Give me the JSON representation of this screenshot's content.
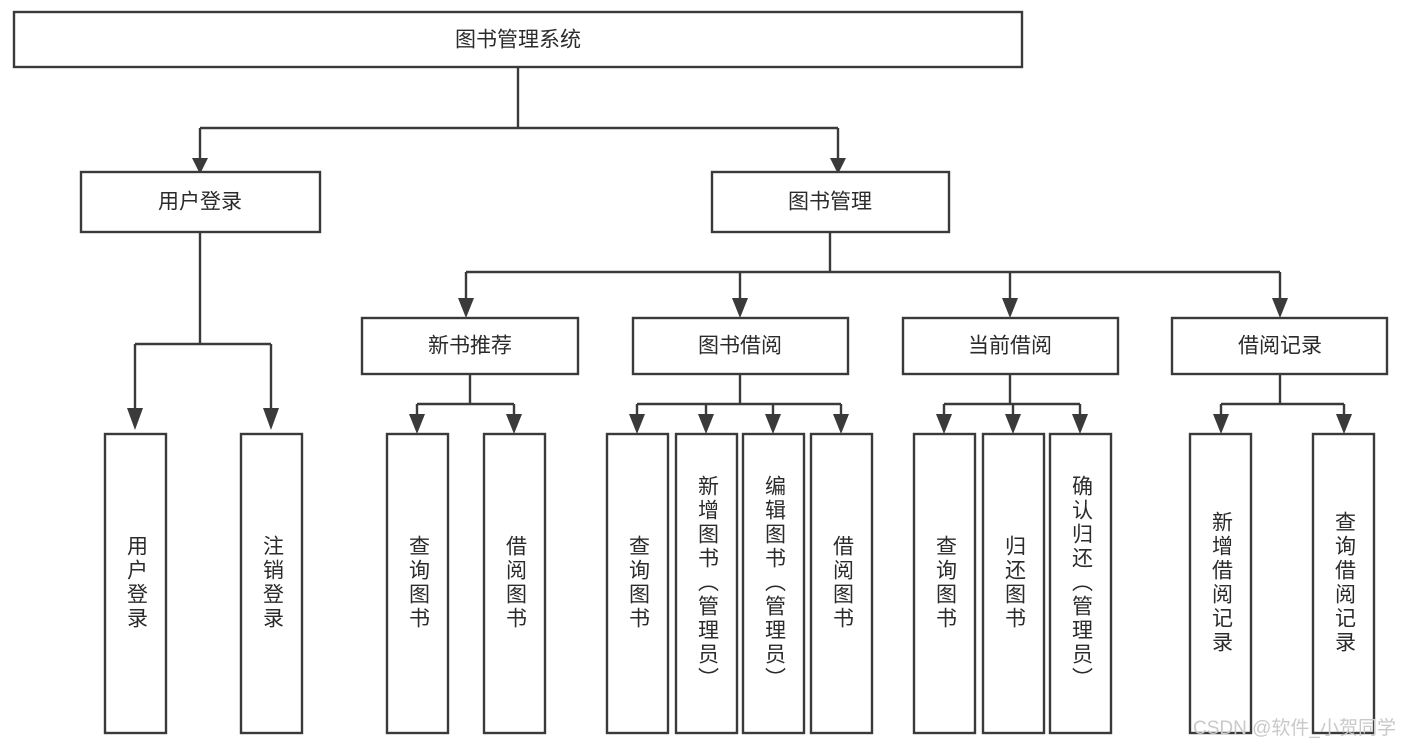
{
  "diagram": {
    "title": "图书管理系统",
    "type": "tree",
    "root": {
      "id": "root",
      "label": "图书管理系统",
      "orientation": "horizontal"
    },
    "level1": [
      {
        "id": "user-login",
        "label": "用户登录",
        "orientation": "horizontal"
      },
      {
        "id": "book-manage",
        "label": "图书管理",
        "orientation": "horizontal"
      }
    ],
    "level2": [
      {
        "id": "new-book-recommend",
        "label": "新书推荐",
        "orientation": "horizontal",
        "parent": "book-manage"
      },
      {
        "id": "book-borrow",
        "label": "图书借阅",
        "orientation": "horizontal",
        "parent": "book-manage"
      },
      {
        "id": "current-borrow",
        "label": "当前借阅",
        "orientation": "horizontal",
        "parent": "book-manage"
      },
      {
        "id": "borrow-record",
        "label": "借阅记录",
        "orientation": "horizontal",
        "parent": "book-manage"
      }
    ],
    "leaves": [
      {
        "id": "leaf-user-login",
        "label": "用户登录",
        "orientation": "vertical",
        "parent": "user-login"
      },
      {
        "id": "leaf-user-logout",
        "label": "注销登录",
        "orientation": "vertical",
        "parent": "user-login"
      },
      {
        "id": "leaf-query-book-1",
        "label": "查询图书",
        "orientation": "vertical",
        "parent": "new-book-recommend"
      },
      {
        "id": "leaf-borrow-book-1",
        "label": "借阅图书",
        "orientation": "vertical",
        "parent": "new-book-recommend"
      },
      {
        "id": "leaf-query-book-2",
        "label": "查询图书",
        "orientation": "vertical",
        "parent": "book-borrow"
      },
      {
        "id": "leaf-add-book",
        "label": "新增图书（管理员）",
        "orientation": "vertical",
        "parent": "book-borrow"
      },
      {
        "id": "leaf-edit-book",
        "label": "编辑图书（管理员）",
        "orientation": "vertical",
        "parent": "book-borrow"
      },
      {
        "id": "leaf-borrow-book-2",
        "label": "借阅图书",
        "orientation": "vertical",
        "parent": "book-borrow"
      },
      {
        "id": "leaf-query-book-3",
        "label": "查询图书",
        "orientation": "vertical",
        "parent": "current-borrow"
      },
      {
        "id": "leaf-return-book",
        "label": "归还图书",
        "orientation": "vertical",
        "parent": "current-borrow"
      },
      {
        "id": "leaf-confirm-return",
        "label": "确认归还（管理员）",
        "orientation": "vertical",
        "parent": "current-borrow"
      },
      {
        "id": "leaf-add-record",
        "label": "新增借阅记录",
        "orientation": "vertical",
        "parent": "borrow-record"
      },
      {
        "id": "leaf-query-record",
        "label": "查询借阅记录",
        "orientation": "vertical",
        "parent": "borrow-record"
      }
    ]
  },
  "watermark": {
    "text": "CSDN @软件_小贺同学"
  },
  "colors": {
    "stroke": "#3a3a3a",
    "box_fill": "#ffffff",
    "text": "#2b2b2b",
    "watermark": "#c9c9c9",
    "background": "#ffffff"
  }
}
